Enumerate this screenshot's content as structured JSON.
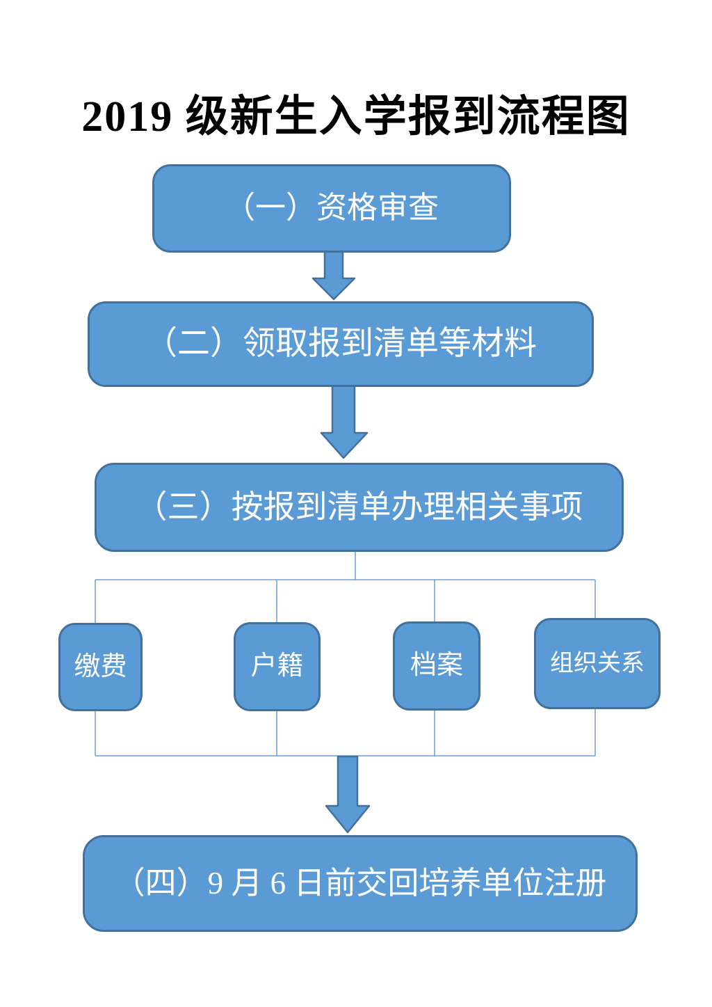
{
  "title": "2019 级新生入学报到流程图",
  "steps": {
    "step1": "（一）资格审查",
    "step2": "（二）领取报到清单等材料",
    "step3": "（三）按报到清单办理相关事项",
    "step4": "（四）9 月 6 日前交回培养单位注册"
  },
  "substeps": [
    {
      "label": "缴费"
    },
    {
      "label": "户籍"
    },
    {
      "label": "档案"
    },
    {
      "label": "组织关系"
    }
  ],
  "colors": {
    "box_fill": "#5b9bd5",
    "box_border": "#41719c",
    "connector": "#6f9ed8",
    "text_color": "#ffffff",
    "title_color": "#000000"
  }
}
